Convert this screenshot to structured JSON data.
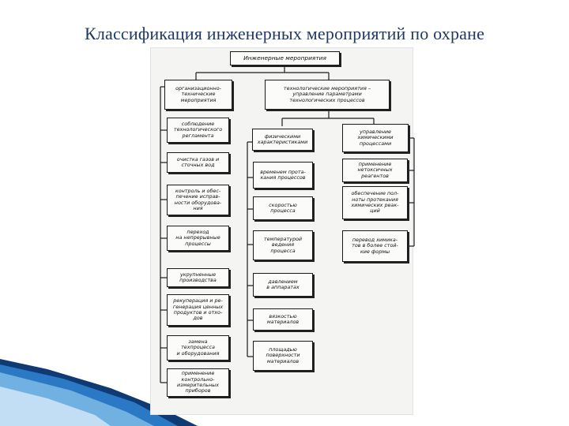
{
  "slide": {
    "title": "Классификация инженерных мероприятий по охране"
  },
  "diagram": {
    "root": "Инженерные мероприятия",
    "org_branch": {
      "header": "организационно-\nтехнические\nмероприятия",
      "items": [
        "соблюдение\nтехнологического\nрегламента",
        "очистка газов и\nсточных вод",
        "контроль и обес-\nпечение исправ-\nности оборудова-\nния",
        "переход\nна непрерывные\nпроцессы",
        "укрупненные\nпроизводства",
        "рекуперация и ре-\nгенерация ценных\nпродуктов и отхо-\nдов",
        "замена\nтехпроцесса\nи оборудования",
        "применение\nконтрольно-\nизмерительных\nприборов"
      ]
    },
    "tech_branch": {
      "header": "технологические мероприятия –\nуправление параметрами\nтехнологических процессов",
      "physical": {
        "header": "физическими\nхарактеристиками",
        "items": [
          "временем прота-\nкания процессов",
          "скоростью\nпроцесса",
          "температурой\nведения\nпроцесса",
          "давлением\nв аппаратах",
          "вязкостью\nматериалов",
          "площадью\nповерхности\nматериалов"
        ]
      },
      "chemical": {
        "header": "управление\nхимическими\nпроцессами",
        "items": [
          "применение\nнетоксичных\nреагентов",
          "обеспечение пол-\nноты протекания\nхимических реак-\nций",
          "перевод химика-\nтов в более стой-\nкие формы"
        ]
      }
    }
  }
}
